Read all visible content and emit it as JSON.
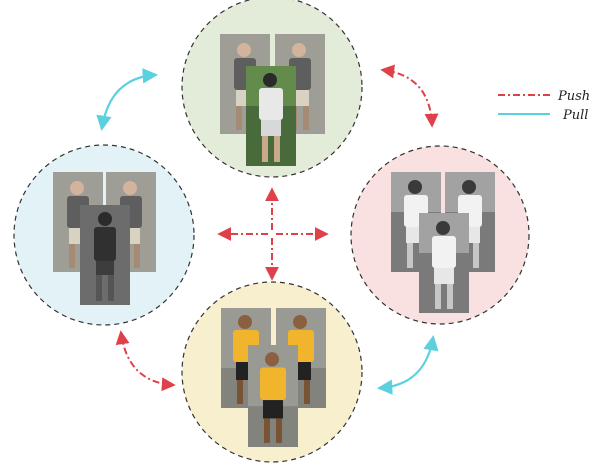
{
  "legend": {
    "push": {
      "label": "Push",
      "color": "#e0404a"
    },
    "pull": {
      "label": "Pull",
      "color": "#5bd1e0"
    }
  },
  "clusters": [
    {
      "id": "top",
      "fill": "#e3ecd9",
      "images": [
        "walking-man-gray-shirt",
        "walking-man-gray-shirt",
        "walking-man-green-background"
      ]
    },
    {
      "id": "left",
      "fill": "#e2f2f7",
      "images": [
        "man-gray-shirt-shorts",
        "man-gray-shirt-shorts",
        "man-dark-walking-away"
      ]
    },
    {
      "id": "right",
      "fill": "#f9e1e1",
      "images": [
        "man-white-shirt-gray",
        "man-white-shirt-gray",
        "man-white-shirt-shorts"
      ]
    },
    {
      "id": "bottom",
      "fill": "#f8efcf",
      "images": [
        "man-yellow-shirt",
        "man-yellow-shirt",
        "man-yellow-shirt-front"
      ]
    }
  ],
  "relations": [
    {
      "from": "top",
      "to": "left",
      "type": "pull"
    },
    {
      "from": "top",
      "to": "right",
      "type": "push"
    },
    {
      "from": "left",
      "to": "bottom",
      "type": "push"
    },
    {
      "from": "right",
      "to": "bottom",
      "type": "pull"
    },
    {
      "from": "center",
      "to": "all",
      "type": "push"
    }
  ]
}
